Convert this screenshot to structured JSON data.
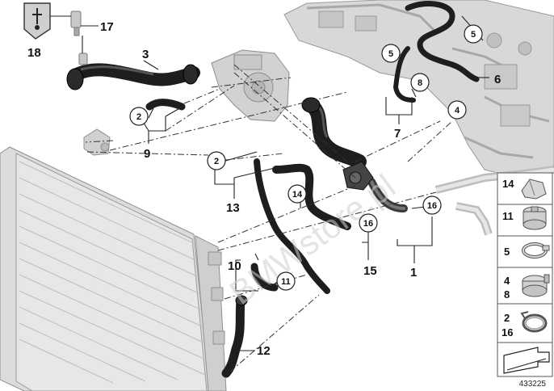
{
  "diagram": {
    "callouts": {
      "c3": "3",
      "c17": "17",
      "c18": "18",
      "c5a": "5",
      "c5b": "5",
      "c6": "6",
      "c8": "8",
      "c7": "7",
      "c4": "4",
      "c2a": "2",
      "c9": "9",
      "c2b": "2",
      "c13": "13",
      "c14": "14",
      "c16a": "16",
      "c15": "15",
      "c16b": "16",
      "c1": "1",
      "c10": "10",
      "c11": "11",
      "c12": "12"
    },
    "legend": [
      {
        "label": "14"
      },
      {
        "label": "11"
      },
      {
        "label": "5"
      },
      {
        "label_top": "4",
        "label_bottom": "8"
      },
      {
        "label_top": "2",
        "label_bottom": "16"
      }
    ],
    "watermark": "BMWstore.pl",
    "reference_number": "433225",
    "colors": {
      "hose": "#1e1e1e",
      "part": "#d4d4d4",
      "leader": "#222222"
    }
  }
}
